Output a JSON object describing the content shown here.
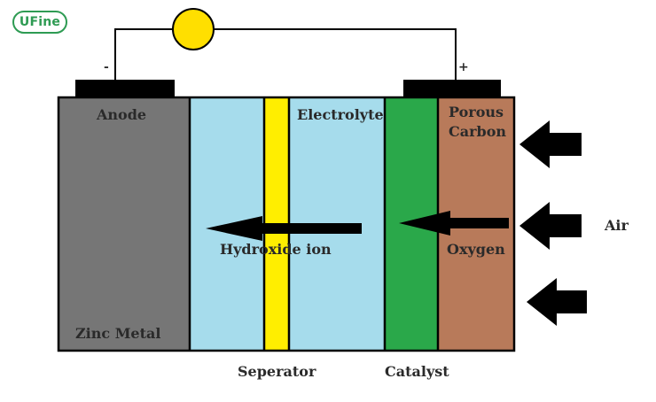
{
  "logo": {
    "text": "UFine"
  },
  "terminals": {
    "negative": "-",
    "positive": "+"
  },
  "labels": {
    "anode": "Anode",
    "zinc_metal": "Zinc Metal",
    "electrolyte": "Electrolyte",
    "hydroxide_ion": "Hydroxide ion",
    "porous_carbon_line1": "Porous",
    "porous_carbon_line2": "Carbon",
    "oxygen": "Oxygen",
    "air": "Air",
    "separator": "Seperator",
    "catalyst": "Catalyst"
  },
  "colors": {
    "anode": "#767676",
    "electrolyte": "#a6dcec",
    "separator": "#ffee00",
    "catalyst": "#2aa84a",
    "porous_carbon": "#b87a5a",
    "load": "#ffdf00",
    "terminal": "#000000"
  }
}
